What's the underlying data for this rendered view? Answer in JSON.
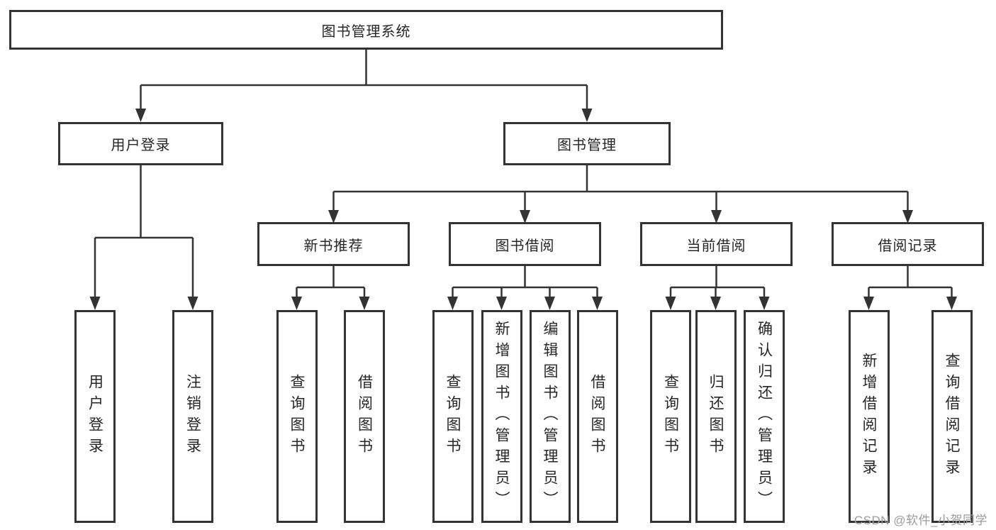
{
  "nodes": {
    "root": {
      "label": "图书管理系统"
    },
    "user_login": {
      "label": "用户登录"
    },
    "book_mgmt": {
      "label": "图书管理"
    },
    "new_book_rec": {
      "label": "新书推荐"
    },
    "book_borrow": {
      "label": "图书借阅"
    },
    "current_borrow": {
      "label": "当前借阅"
    },
    "borrow_record": {
      "label": "借阅记录"
    }
  },
  "leaves": {
    "user_login": {
      "label": "用户登录"
    },
    "logout": {
      "label": "注销登录"
    },
    "query_book_rec": {
      "label": "查询图书"
    },
    "borrow_book_rec": {
      "label": "借阅图书"
    },
    "query_book_borrow": {
      "label": "查询图书"
    },
    "add_book_admin": {
      "label": "新增图书（管理员）"
    },
    "edit_book_admin": {
      "label": "编辑图书（管理员）"
    },
    "borrow_book": {
      "label": "借阅图书"
    },
    "query_book_current": {
      "label": "查询图书"
    },
    "return_book": {
      "label": "归还图书"
    },
    "confirm_return_admin": {
      "label": "确认归还（管理员）"
    },
    "add_borrow_record": {
      "label": "新增借阅记录"
    },
    "query_borrow_record": {
      "label": "查询借阅记录"
    }
  },
  "hierarchy": [
    {
      "parent": "图书管理系统",
      "children": [
        "用户登录",
        "图书管理"
      ]
    },
    {
      "parent": "用户登录",
      "children": [
        "用户登录",
        "注销登录"
      ]
    },
    {
      "parent": "图书管理",
      "children": [
        "新书推荐",
        "图书借阅",
        "当前借阅",
        "借阅记录"
      ]
    },
    {
      "parent": "新书推荐",
      "children": [
        "查询图书",
        "借阅图书"
      ]
    },
    {
      "parent": "图书借阅",
      "children": [
        "查询图书",
        "新增图书（管理员）",
        "编辑图书（管理员）",
        "借阅图书"
      ]
    },
    {
      "parent": "当前借阅",
      "children": [
        "查询图书",
        "归还图书",
        "确认归还（管理员）"
      ]
    },
    {
      "parent": "借阅记录",
      "children": [
        "新增借阅记录",
        "查询借阅记录"
      ]
    }
  ],
  "watermark": {
    "text": "CSDN @软件_小贺同学"
  },
  "colors": {
    "line": "#333333",
    "box_border": "#333333",
    "text": "#262626",
    "watermark": "#9c9c9c",
    "background": "#ffffff"
  }
}
